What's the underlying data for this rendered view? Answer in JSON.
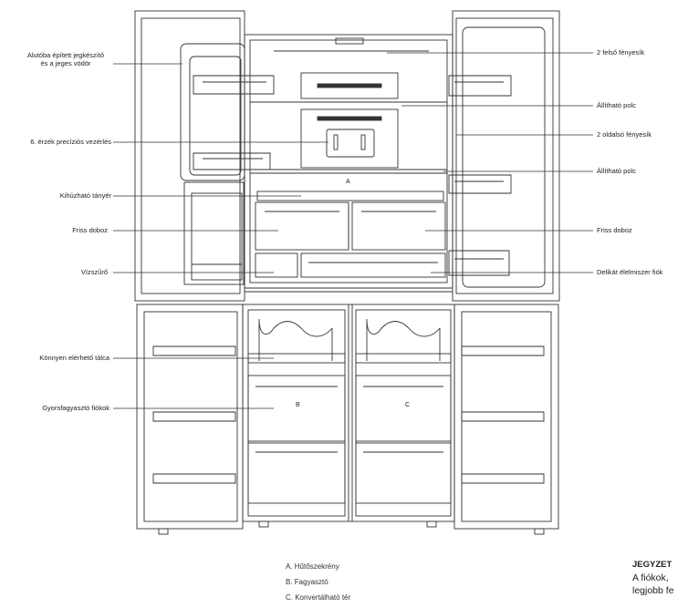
{
  "callouts_left": [
    {
      "id": "ice-maker",
      "line1": "Alutóba épített jegkészítő",
      "line2": "és a jeges vödör"
    },
    {
      "id": "sensor-control",
      "line1": "6. érzék precíziós vezérlés"
    },
    {
      "id": "pull-out-tray",
      "line1": "Kihúzható tányér"
    },
    {
      "id": "fresh-box-left",
      "line1": "Friss doboz"
    },
    {
      "id": "water-filter",
      "line1": "Vízszűrő"
    },
    {
      "id": "easy-access-tray",
      "line1": "Könnyen elérhető tálca"
    },
    {
      "id": "quick-freeze-drawers",
      "line1": "Gyorsfagyasztó fiókok"
    }
  ],
  "callouts_right": [
    {
      "id": "top-lights",
      "text": "2 felső fényesík"
    },
    {
      "id": "adjustable-shelf-1",
      "text": "Állítható polc"
    },
    {
      "id": "side-lights",
      "text": "2 oldalsó fényesík"
    },
    {
      "id": "adjustable-shelf-2",
      "text": "Állítható polc"
    },
    {
      "id": "fresh-box-right",
      "text": "Friss doboz"
    },
    {
      "id": "deli-drawer",
      "text": "Delikát élelmiszer fiók"
    }
  ],
  "zones": {
    "a": "A",
    "b": "B",
    "c": "C"
  },
  "legend": [
    "A. Hűtőszekrény",
    "B. Fagyasztó",
    "C. Konvertálható tér"
  ],
  "note": {
    "title": "JEGYZET",
    "line1": "A fiókok,",
    "line2": "legjobb fe"
  },
  "colors": {
    "line": "#333333",
    "body": "#ffffff"
  }
}
